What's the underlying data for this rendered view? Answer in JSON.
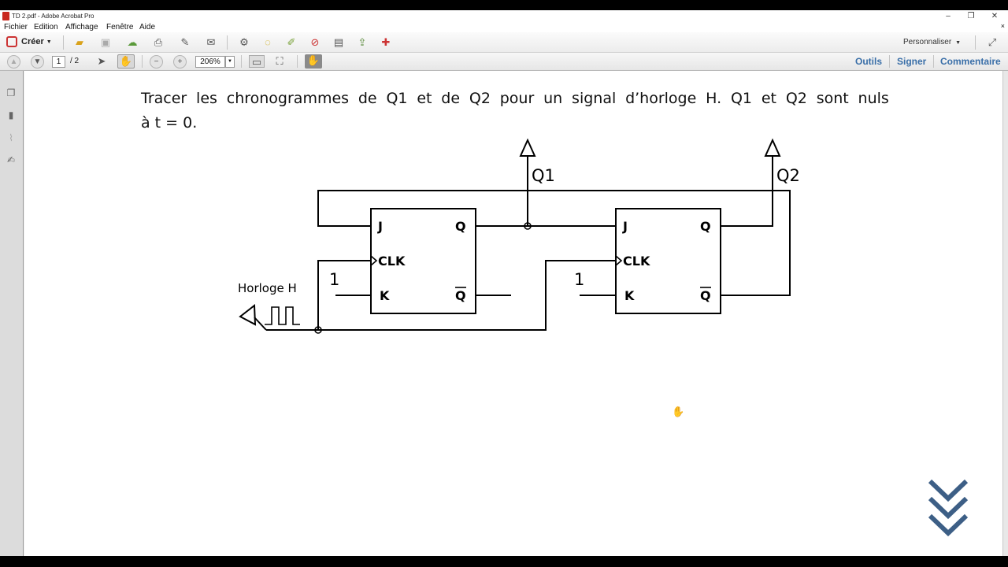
{
  "window": {
    "title": "TD 2.pdf - Adobe Acrobat Pro",
    "controls": [
      "–",
      "❐",
      "✕"
    ]
  },
  "menu": {
    "items": [
      "Fichier",
      "Edition",
      "Affichage",
      "Fenêtre",
      "Aide"
    ],
    "close_glyph": "×"
  },
  "toolbar": {
    "create_label": "Créer",
    "customize_label": "Personnaliser",
    "page_current": "1",
    "page_total": "/ 2",
    "zoom": "206%",
    "panels": [
      "Outils",
      "Signer",
      "Commentaire"
    ]
  },
  "document": {
    "line1_words": [
      "Tracer",
      "les",
      "chronogrammes",
      "de",
      "Q1",
      "et",
      "de",
      "Q2",
      "pour",
      "un",
      "signal",
      "d’horloge",
      "H.",
      "Q1",
      "et",
      "Q2",
      "sont",
      "nuls"
    ],
    "line2": "à t = 0.",
    "circuit": {
      "outputs": [
        "Q1",
        "Q2"
      ],
      "clock_label": "Horloge H",
      "k_inputs": [
        "1",
        "1"
      ],
      "ff1_pins": [
        "J",
        "CLK",
        "K",
        "Q",
        "Q"
      ],
      "ff2_pins": [
        "J",
        "CLK",
        "K",
        "Q",
        "Q"
      ]
    }
  },
  "colors": {
    "panel_accent": "#3a6fa8",
    "chevron": "#3d5f86"
  }
}
